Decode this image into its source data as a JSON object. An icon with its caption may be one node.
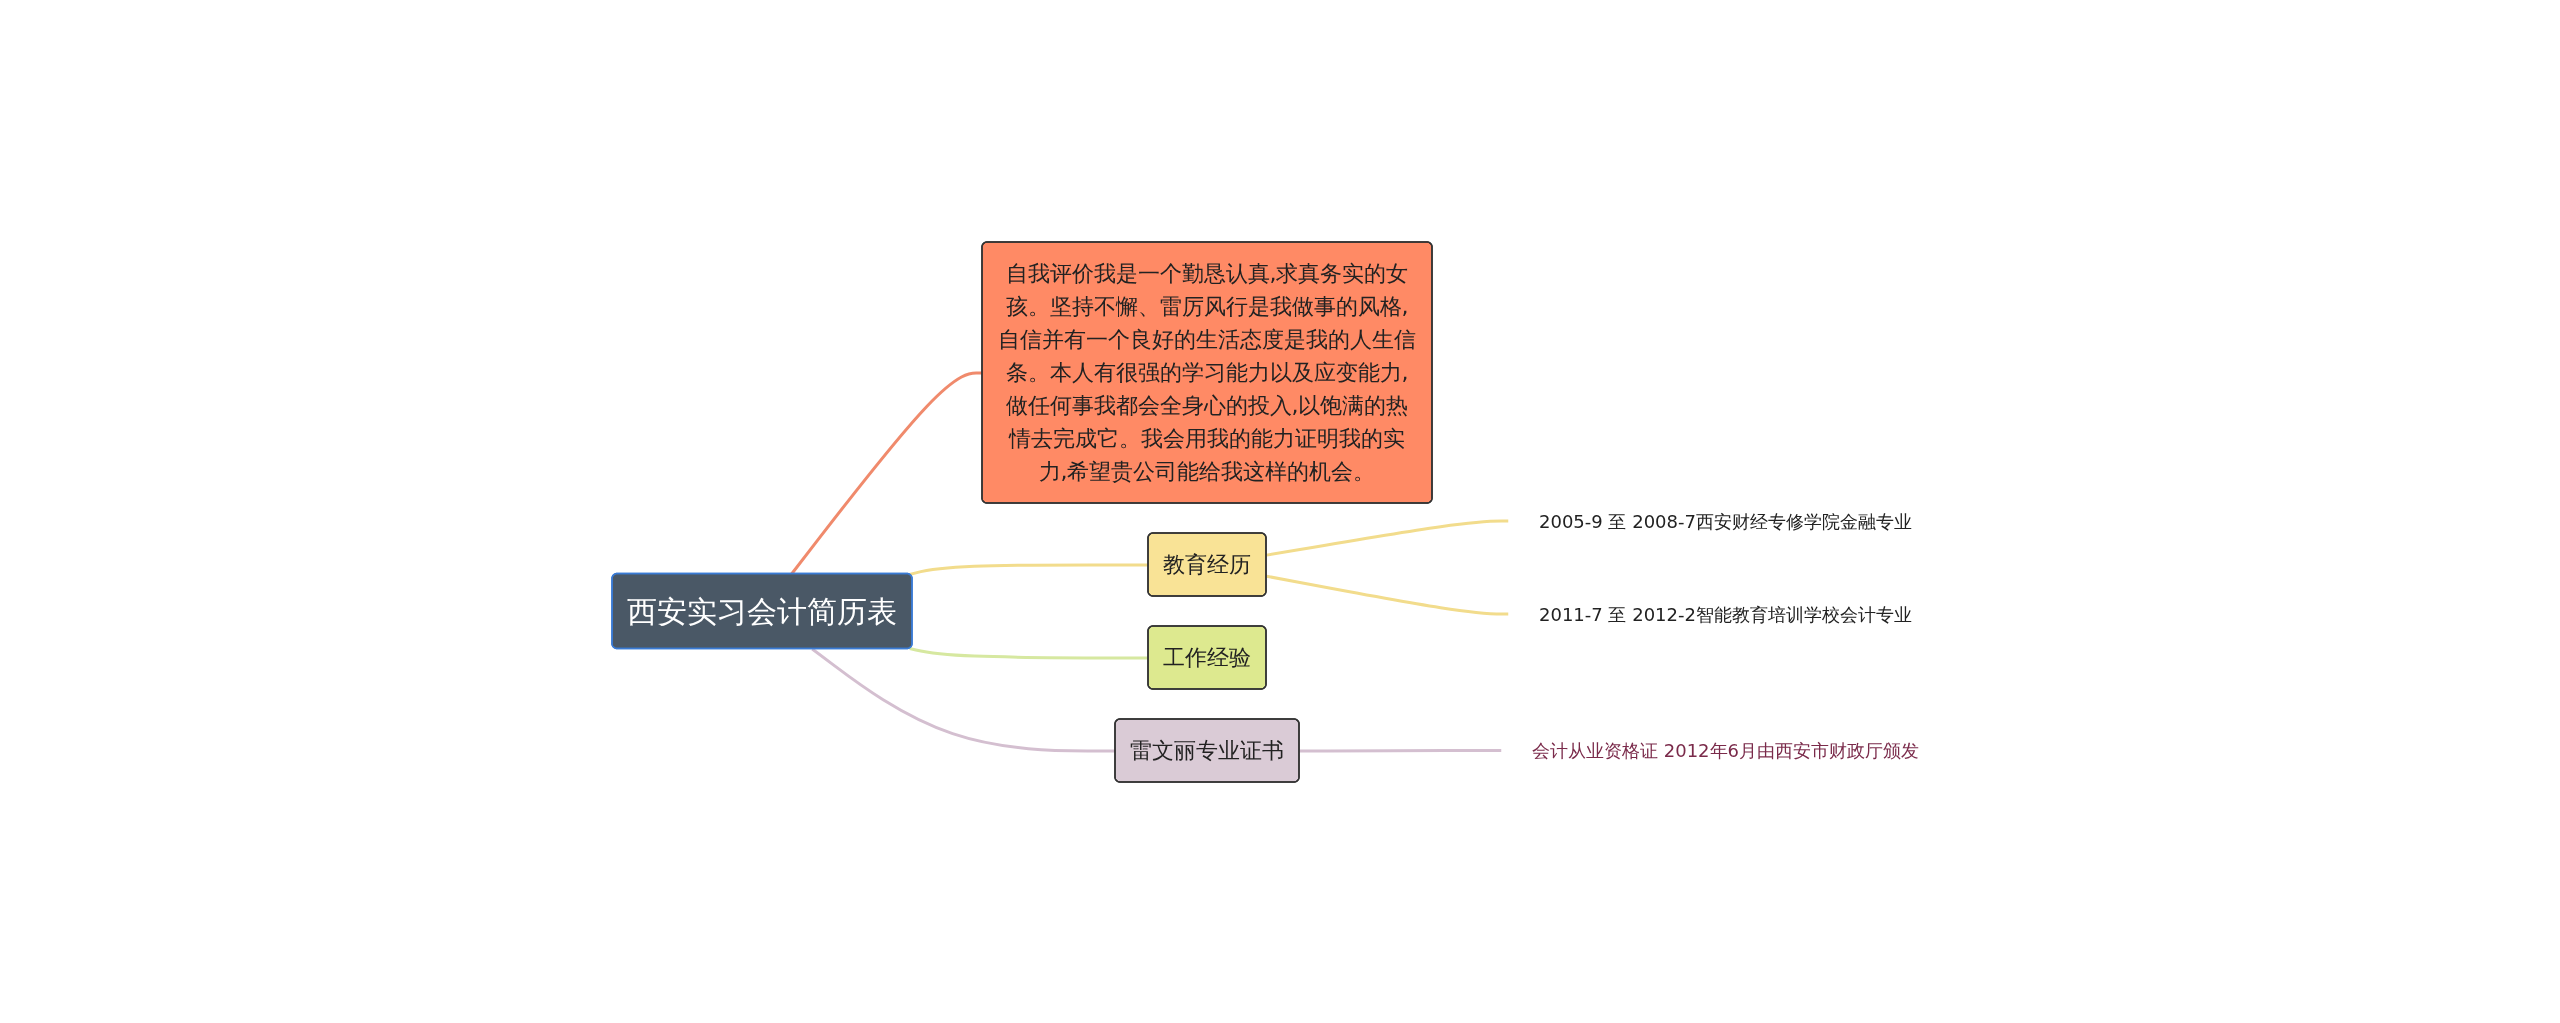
{
  "diagram": {
    "nodes": [
      {
        "text": [
          "西安实习会计简历表"
        ]
      },
      {
        "text": [
          "自我评价我是一个勤恳认真,求真务实的女孩。坚持不懈、雷厉风行是我做事的风格,自信并有一个良好的生活态度是我的人生信条。本人有很强的学习能力以及应变能力,做任何事我都会全身心的投入,以饱满的热情去完成它。我会用我的能力证明我的实力,希望贵公司能给我这样的机会。"
        ]
      },
      {
        "text": [
          "教育经历"
        ]
      },
      {
        "text": [
          "2005-9 至 2008-7西安财经专修学院金融专业"
        ]
      },
      {
        "text": [
          "2011-7 至 2012-2智能教育培训学校会计专业"
        ]
      },
      {
        "text": [
          "工作经验"
        ]
      },
      {
        "text": [
          "雷文丽专业证书"
        ]
      },
      {
        "text": [
          "会计从业资格证   2012年6月由西安市财政厅颁发"
        ]
      }
    ],
    "edges": [
      {
        "from": 0,
        "to": 1,
        "arrow": "none",
        "color": "#f08a6c"
      },
      {
        "from": 0,
        "to": 2,
        "arrow": "none",
        "color": "#f2dc8c"
      },
      {
        "from": 2,
        "to": 3,
        "arrow": "none",
        "color": "#f2dc8c"
      },
      {
        "from": 2,
        "to": 4,
        "arrow": "none",
        "color": "#f2dc8c"
      },
      {
        "from": 0,
        "to": 5,
        "arrow": "none",
        "color": "#d6e8a0"
      },
      {
        "from": 0,
        "to": 6,
        "arrow": "none",
        "color": "#d4bfd0"
      },
      {
        "from": 6,
        "to": 7,
        "arrow": "none",
        "color": "#d4bfd0"
      }
    ]
  }
}
